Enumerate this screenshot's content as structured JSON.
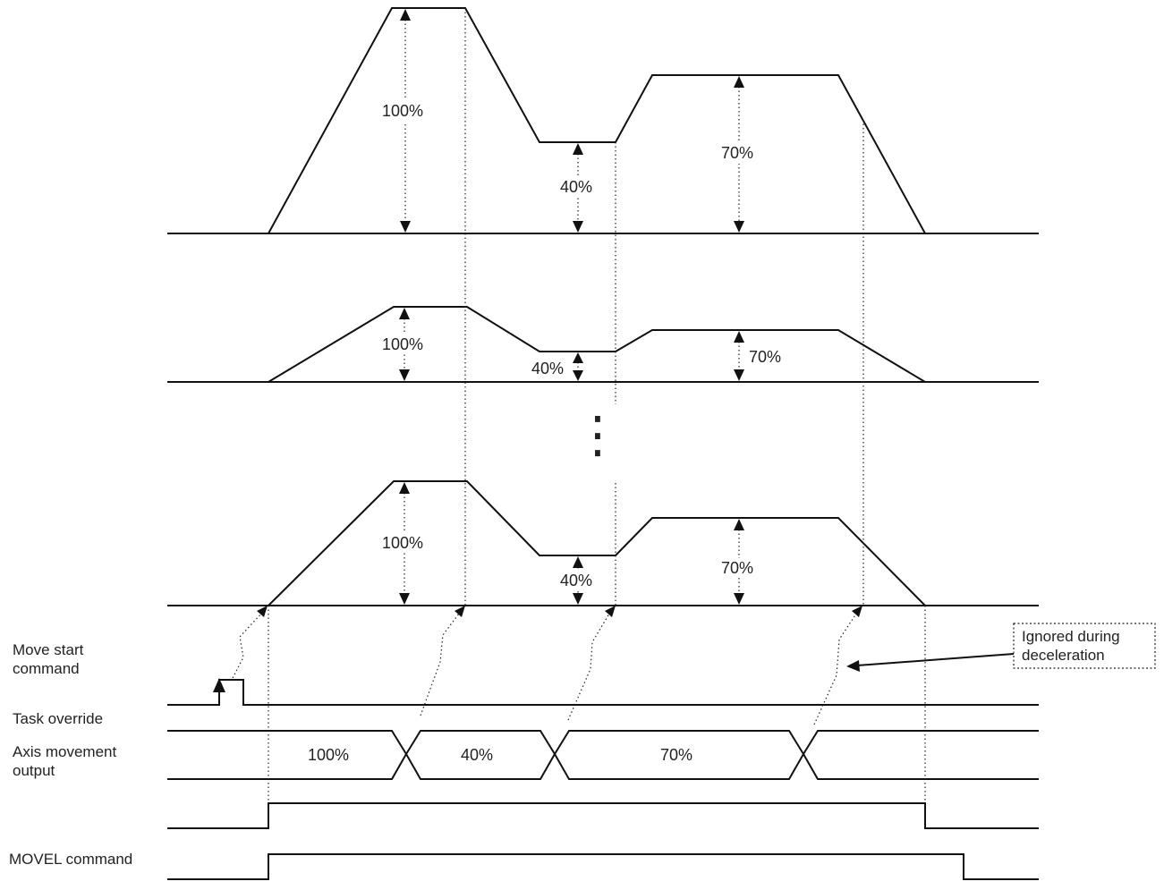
{
  "profiles": [
    {
      "levels": [
        {
          "label": "100%"
        },
        {
          "label": "40%"
        },
        {
          "label": "70%"
        }
      ]
    },
    {
      "levels": [
        {
          "label": "100%"
        },
        {
          "label": "40%"
        },
        {
          "label": "70%"
        }
      ]
    },
    {
      "levels": [
        {
          "label": "100%"
        },
        {
          "label": "40%"
        },
        {
          "label": "70%"
        }
      ]
    }
  ],
  "signals": {
    "move_start": {
      "label_line1": "Move start",
      "label_line2": "command"
    },
    "task_override": {
      "label": "Task override"
    },
    "axis_movement": {
      "label_line1": "Axis movement",
      "label_line2": "output"
    },
    "movel": {
      "label": "MOVEL command"
    }
  },
  "override_values": [
    "100%",
    "40%",
    "70%"
  ],
  "annotation": {
    "line1": "Ignored during",
    "line2": "deceleration"
  },
  "ellipsis": "⋮"
}
